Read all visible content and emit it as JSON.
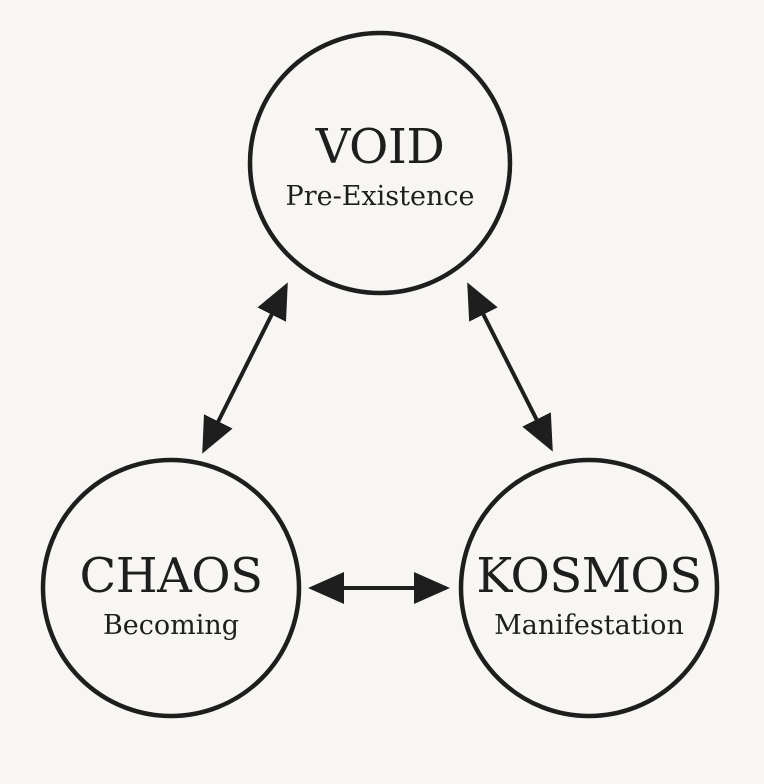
{
  "nodes": {
    "void": {
      "title": "VOID",
      "subtitle": "Pre-Existence"
    },
    "chaos": {
      "title": "CHAOS",
      "subtitle": "Becoming"
    },
    "kosmos": {
      "title": "KOSMOS",
      "subtitle": "Manifestation"
    }
  },
  "edges": [
    {
      "from": "void",
      "to": "chaos",
      "direction": "bidirectional"
    },
    {
      "from": "void",
      "to": "kosmos",
      "direction": "bidirectional"
    },
    {
      "from": "chaos",
      "to": "kosmos",
      "direction": "bidirectional"
    }
  ],
  "colors": {
    "background": "#f8f6f2",
    "ink": "#1e1e1e"
  }
}
